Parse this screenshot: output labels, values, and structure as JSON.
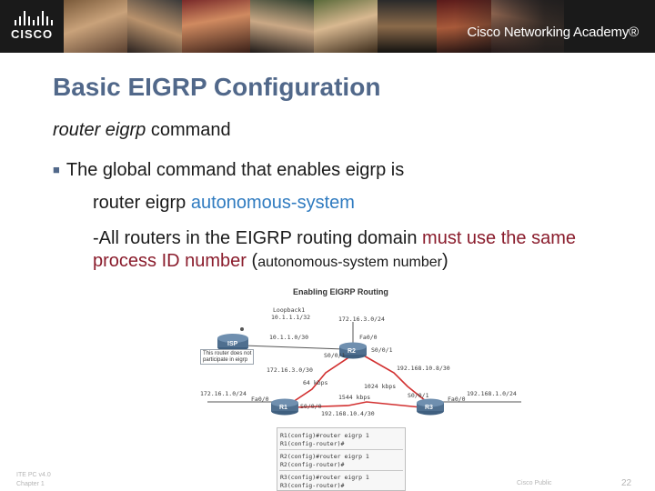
{
  "header": {
    "brand": "CISCO",
    "academy": "Cisco Networking Academy®"
  },
  "slide": {
    "title": "Basic EIGRP Configuration",
    "subtitle_em": "router eigrp",
    "subtitle_rest": " command",
    "bullet": "The global command that enables eigrp is",
    "command_prefix": "router eigrp ",
    "command_param": "autonomous-system",
    "note_part1": "-All routers in the EIGRP routing domain ",
    "note_accent": "must use the same process ID number",
    "note_part2": " (",
    "note_small": "autonomous-system number",
    "note_close": ")"
  },
  "diagram": {
    "title": "Enabling EIGRP Routing",
    "routers": [
      "ISP",
      "R2",
      "R1",
      "R3"
    ],
    "labels": {
      "loopback": "Loopback1",
      "loopback_addr": "10.1.1.1/32",
      "r2_lan": "172.16.3.0/24",
      "isp_link": "10.1.1.0/30",
      "r2_s0": "S0/0/1",
      "r2_fa0": "Fa0/0",
      "r2_s02": "S0/0/1",
      "isp_note_1": "This router does not",
      "isp_note_2": "participate in eigrp",
      "r1_r2_net": "172.16.3.0/30",
      "r2_r3_net": "192.168.10.8/30",
      "bw_r1_r2": "64 kbps",
      "bw_r2_r3": "1024 kbps",
      "bw_r1_r3": "1544 kbps",
      "r1_lan": "172.16.1.0/24",
      "r3_lan": "192.168.1.0/24",
      "r1_fa": "Fa0/0",
      "r1_s": "S0/0/0",
      "r3_s": "S0/0/1",
      "r3_fa": "Fa0/0",
      "r1_r3_net": "192.168.10.4/30"
    },
    "config": [
      "R1(config)#router eigrp 1",
      "R1(config-router)#",
      "R2(config)#router eigrp 1",
      "R2(config-router)#",
      "R3(config)#router eigrp 1",
      "R3(config-router)#"
    ]
  },
  "footer": {
    "course": "ITE PC v4.0",
    "chapter": "Chapter 1",
    "classification": "Cisco Public",
    "page": "22"
  },
  "colors": {
    "title": "#51688a",
    "accent_blue": "#2f7bc0",
    "accent_red": "#8a1c2c",
    "router": "#4f6f8f",
    "link_red": "#d23030"
  }
}
